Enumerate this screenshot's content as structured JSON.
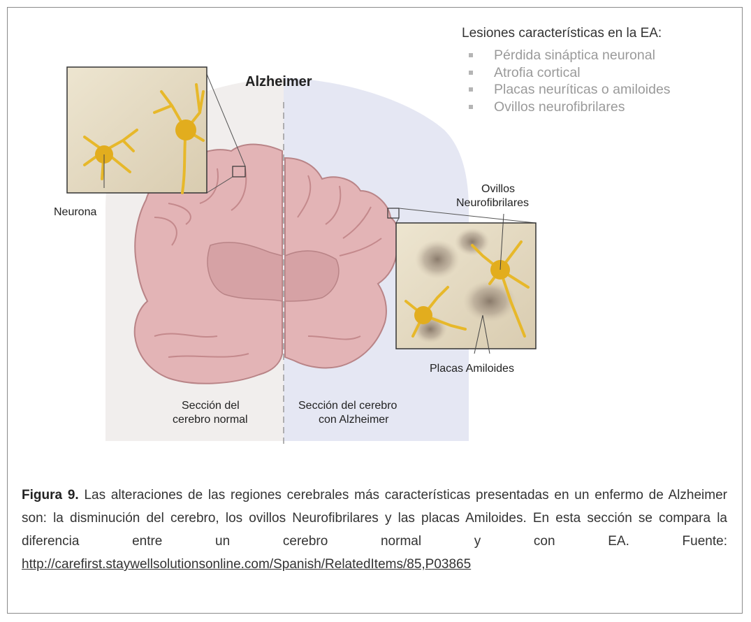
{
  "figure": {
    "title": "Alzheimer",
    "label_neurona": "Neurona",
    "label_ovillos_line1": "Ovillos",
    "label_ovillos_line2": "Neurofibrilares",
    "label_placas": "Placas Amiloides",
    "label_normal_line1": "Sección del",
    "label_normal_line2": "cerebro normal",
    "label_alz_line1": "Sección del cerebro",
    "label_alz_line2": "con Alzheimer"
  },
  "lesions": {
    "title": "Lesiones características en la EA:",
    "items": [
      "Pérdida sináptica neuronal",
      "Atrofia cortical",
      "Placas neuríticas o amiloides",
      "Ovillos neurofibrilares"
    ]
  },
  "caption": {
    "label": "Figura 9.",
    "text": " Las alteraciones de las regiones cerebrales más características presentadas en un enfermo de Alzheimer son: la disminución del cerebro, los ovillos Neurofibrilares y las placas Amiloides. En esta sección se compara la diferencia entre un cerebro normal y con EA. Fuente:  ",
    "url": "http://carefirst.staywellsolutionsonline.com/Spanish/RelatedItems/85,P03865"
  },
  "colors": {
    "brain_fill": "#e3b4b6",
    "brain_stroke": "#b98487",
    "left_bg": "#f2efee",
    "right_bg": "#e6e8f4",
    "neuron": "#e7b82a",
    "inset_bg": "#e6dcc6"
  }
}
